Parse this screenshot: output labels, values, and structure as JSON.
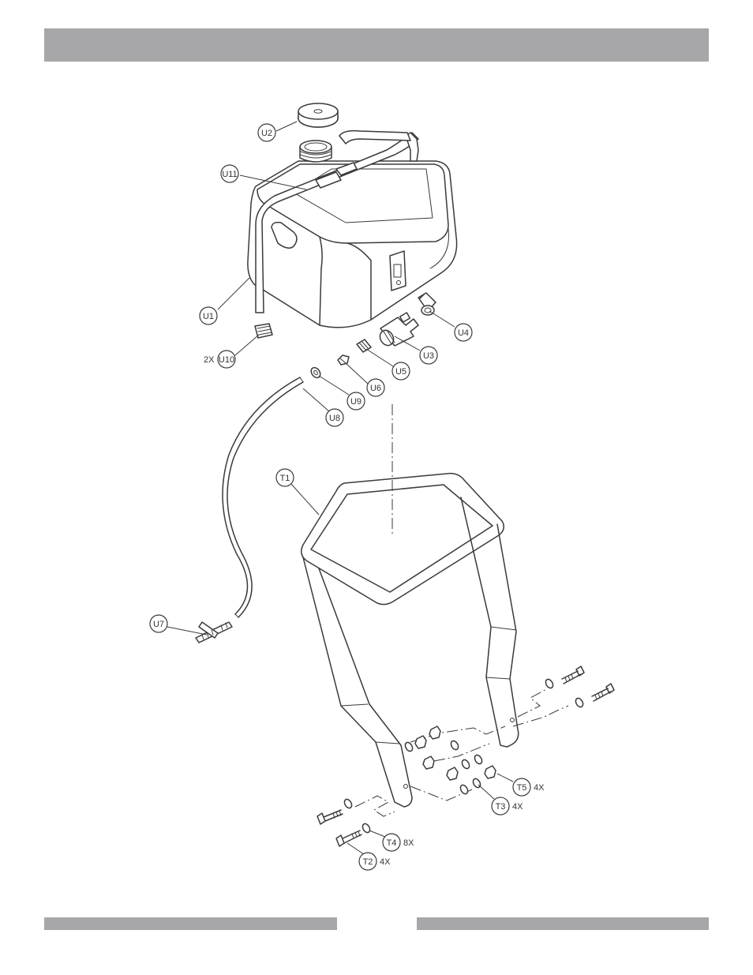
{
  "colors": {
    "header_bar": "#a7a7a9",
    "footer_bar": "#a7a7a9",
    "line": "#3a3a3a"
  },
  "callouts": {
    "U1": "U1",
    "U2": "U2",
    "U3": "U3",
    "U4": "U4",
    "U5": "U5",
    "U6": "U6",
    "U7": "U7",
    "U8": "U8",
    "U9": "U9",
    "U10": "U10",
    "U11": "U11",
    "T1": "T1",
    "T2": "T2",
    "T3": "T3",
    "T4": "T4",
    "T5": "T5"
  },
  "quantities": {
    "U10": "2X",
    "T2": "4X",
    "T3": "4X",
    "T4": "8X",
    "T5": "4X"
  }
}
